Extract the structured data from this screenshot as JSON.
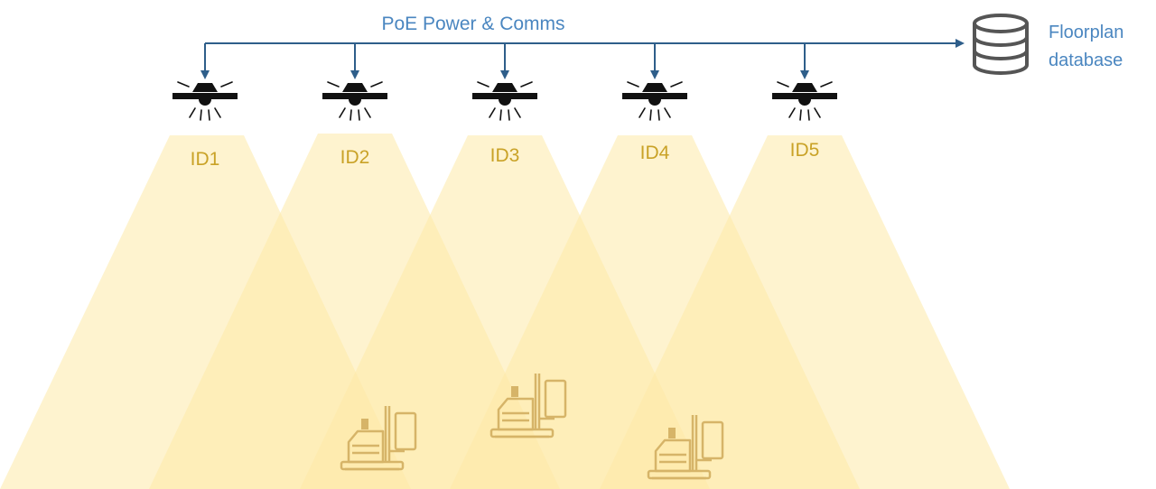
{
  "bus": {
    "label": "PoE Power & Comms"
  },
  "database": {
    "line1": "Floorplan",
    "line2": "database",
    "icon": "database-icon"
  },
  "sensors": [
    {
      "id": "ID1",
      "icon": "ceiling-light-icon"
    },
    {
      "id": "ID2",
      "icon": "ceiling-light-icon"
    },
    {
      "id": "ID3",
      "icon": "ceiling-light-icon"
    },
    {
      "id": "ID4",
      "icon": "ceiling-light-icon"
    },
    {
      "id": "ID5",
      "icon": "ceiling-light-icon"
    }
  ],
  "machines": [
    {
      "icon": "vending-machine-icon"
    },
    {
      "icon": "vending-machine-icon"
    },
    {
      "icon": "vending-machine-icon"
    }
  ],
  "colors": {
    "bus": "#2e5e8a",
    "text_blue": "#4a86c0",
    "id_text": "#c9a227",
    "beam": "#fde9a8",
    "machine": "#d6b468",
    "lamp": "#111111"
  }
}
